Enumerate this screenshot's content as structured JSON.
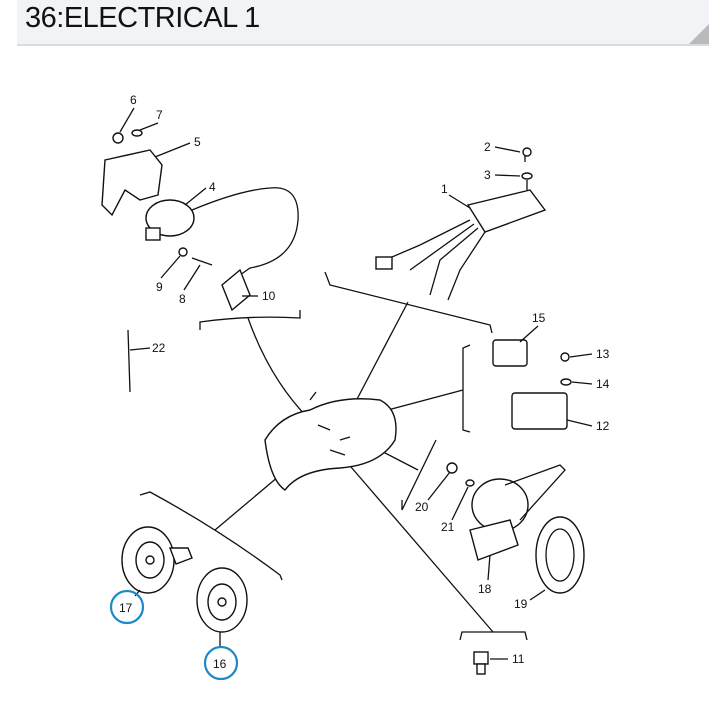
{
  "header": {
    "title": "36:ELECTRICAL 1"
  },
  "diagram": {
    "callouts": [
      "1",
      "2",
      "3",
      "4",
      "5",
      "6",
      "7",
      "8",
      "9",
      "10",
      "11",
      "12",
      "13",
      "14",
      "15",
      "16",
      "17",
      "18",
      "19",
      "20",
      "21",
      "22"
    ],
    "highlighted": [
      "16",
      "17"
    ],
    "highlight_color": "#1e88c8"
  }
}
